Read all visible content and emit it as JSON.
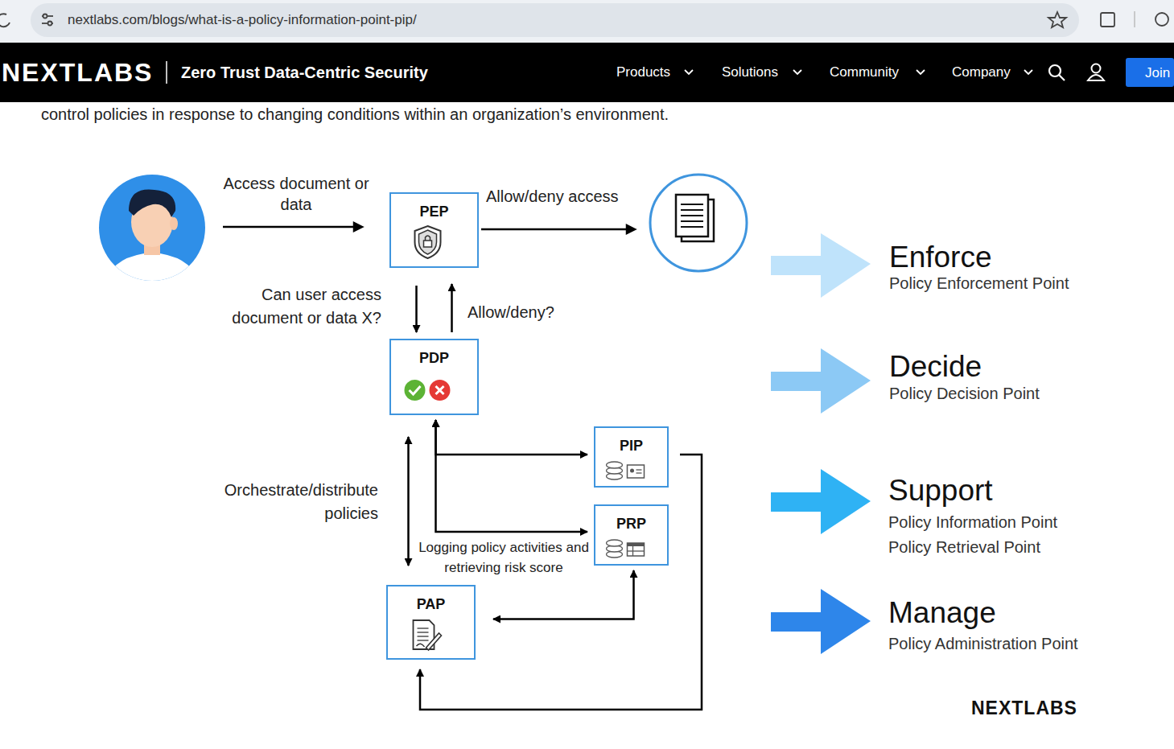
{
  "diagram": {
    "nodes": [
      {
        "text": [
          "PEP"
        ]
      },
      {
        "text": [
          "PDP"
        ]
      },
      {
        "text": [
          "PIP"
        ]
      },
      {
        "text": [
          "PRP"
        ]
      },
      {
        "text": [
          "PAP"
        ]
      }
    ],
    "edges": [
      {
        "from": 0,
        "to": 1,
        "arrow": "to",
        "label": "Can user access document or data X?"
      },
      {
        "from": 1,
        "to": 0,
        "arrow": "to",
        "label": "Allow/deny?"
      },
      {
        "from": 1,
        "to": 4,
        "arrow": "both",
        "label": "Orchestrate/distribute policies"
      },
      {
        "from": 1,
        "to": 2,
        "arrow": "both"
      },
      {
        "from": 1,
        "to": 3,
        "arrow": "both",
        "label": "Logging policy activities and retrieving risk score"
      },
      {
        "from": 3,
        "to": 4,
        "arrow": "both"
      },
      {
        "from": 2,
        "to": 4,
        "arrow": "to"
      }
    ],
    "labels": [
      "nextlabs.com/blogs/what-is-a-policy-information-point-pip/",
      "NEXTLABS",
      "Zero Trust Data-Centric Security",
      "Products",
      "Solutions",
      "Community",
      "Company",
      "Join",
      "control policies in response to changing conditions within an organization’s environment.",
      "Access document or data",
      "Allow/deny access",
      "Enforce",
      "Policy Enforcement Point",
      "Decide",
      "Policy Decision Point",
      "Support",
      "Policy Information Point",
      "Policy Retrieval Point",
      "Manage",
      "Policy Administration Point",
      "NEXTLABS"
    ]
  }
}
